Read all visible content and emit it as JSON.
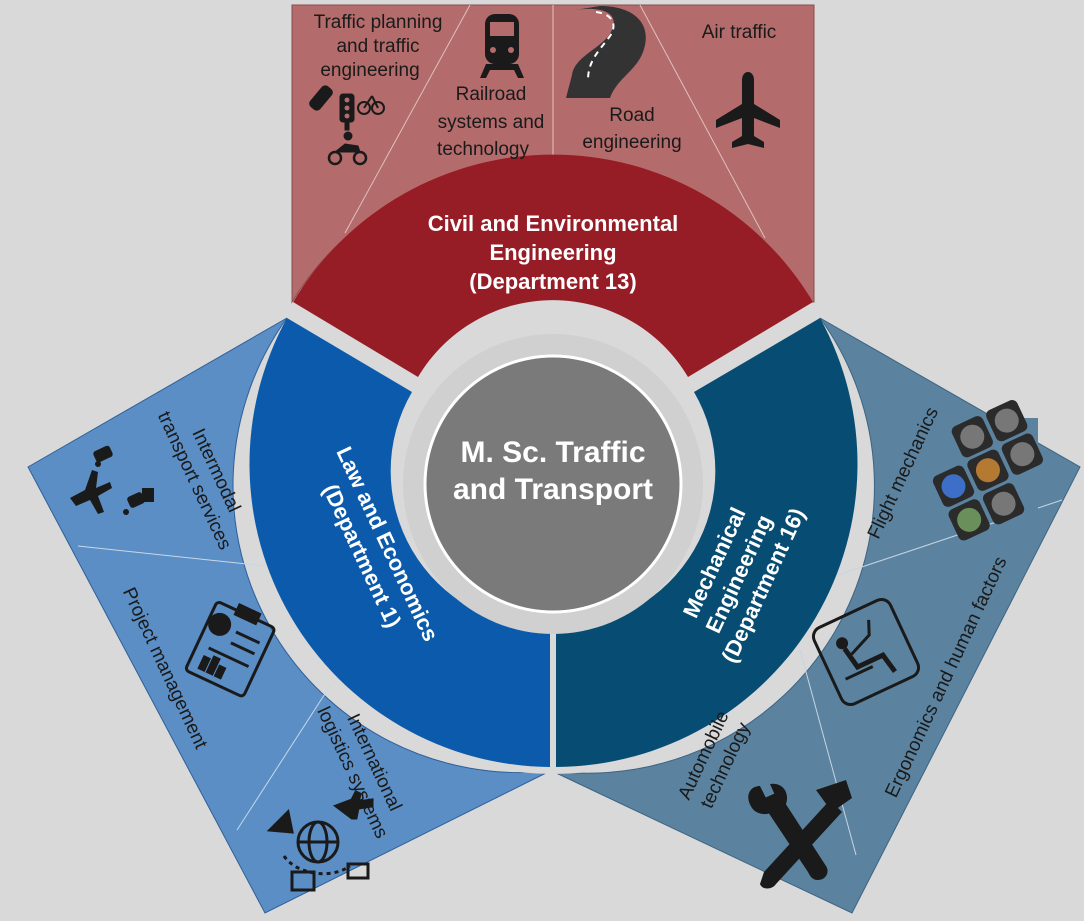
{
  "center": {
    "line1": "M. Sc. Traffic",
    "line2": "and Transport"
  },
  "colors": {
    "background": "#d9d9d9",
    "civil_panel": "#b36b6b",
    "civil_ring": "#961c25",
    "law_panel": "#5b8ec4",
    "law_ring": "#0b5aab",
    "mech_panel": "#5b83a0",
    "mech_ring": "#074d73",
    "center_fill": "#7a7a7a"
  },
  "departments": {
    "civil": {
      "line1": "Civil and Environmental",
      "line2": "Engineering",
      "line3": "(Department 13)"
    },
    "law": {
      "line1": "Law and Economics",
      "line2": "(Department 1)"
    },
    "mechanical": {
      "line1": "Mechanical",
      "line2": "Engineering",
      "line3": "(Department 16)"
    }
  },
  "civil_topics": [
    {
      "lines": [
        "Traffic planning",
        "and traffic",
        "engineering"
      ],
      "icon": "traffic-icons"
    },
    {
      "lines": [
        "Railroad",
        "systems and",
        "technology"
      ],
      "icon": "train-icon"
    },
    {
      "lines": [
        "Road",
        "engineering"
      ],
      "icon": "road-icon"
    },
    {
      "lines": [
        "Air traffic"
      ],
      "icon": "airplane-icon"
    }
  ],
  "law_topics": [
    {
      "lines": [
        "Intermodal",
        "transport services"
      ],
      "icon": "intermodal-icon"
    },
    {
      "lines": [
        "Project management"
      ],
      "icon": "clipboard-gear-icon"
    },
    {
      "lines": [
        "International",
        "logistics systems"
      ],
      "icon": "logistics-icon"
    }
  ],
  "mech_topics": [
    {
      "lines": [
        "Flight mechanics"
      ],
      "icon": "cockpit-instruments-icon"
    },
    {
      "lines": [
        "Ergonomics and human factors"
      ],
      "icon": "seated-person-icon"
    },
    {
      "lines": [
        "Automobile",
        "technology"
      ],
      "icon": "wrench-hammer-icon"
    }
  ]
}
